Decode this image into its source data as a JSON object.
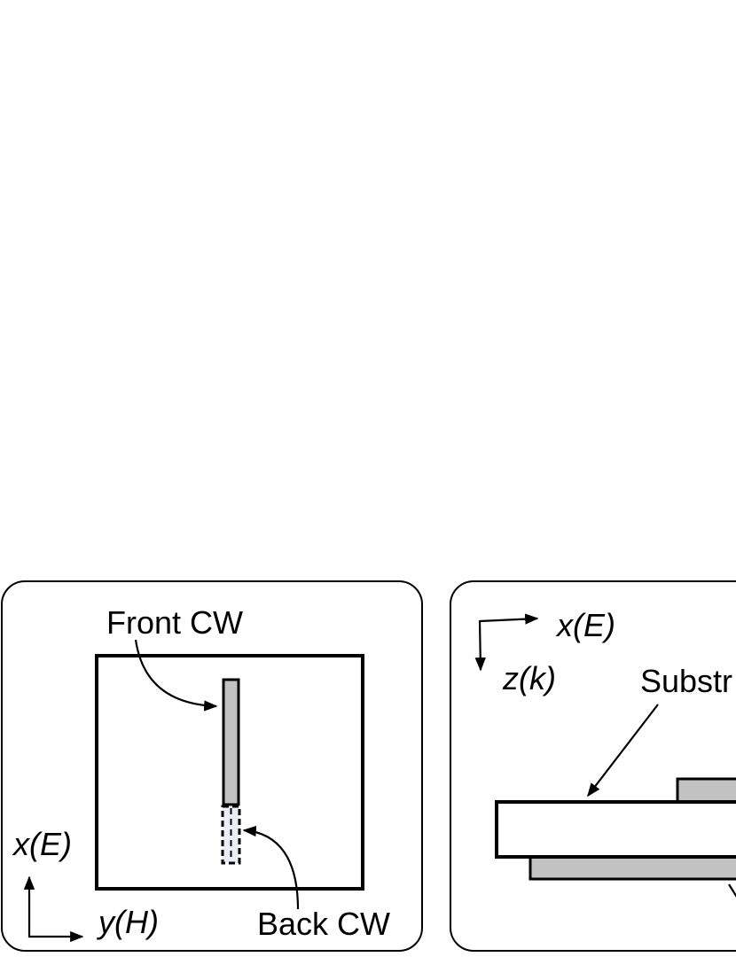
{
  "left_panel": {
    "front_label": "Front CW",
    "back_label": "Back CW",
    "axis_vertical": "x(E)",
    "axis_horizontal": "y(H)"
  },
  "right_panel": {
    "axis_horizontal": "x(E)",
    "axis_vertical": "z(k)",
    "substrate_label": "Substr"
  },
  "colors": {
    "stroke": "#000000",
    "strip_fill": "#c2c2c2",
    "back_strip_fill": "#ececf4",
    "background": "#ffffff"
  }
}
